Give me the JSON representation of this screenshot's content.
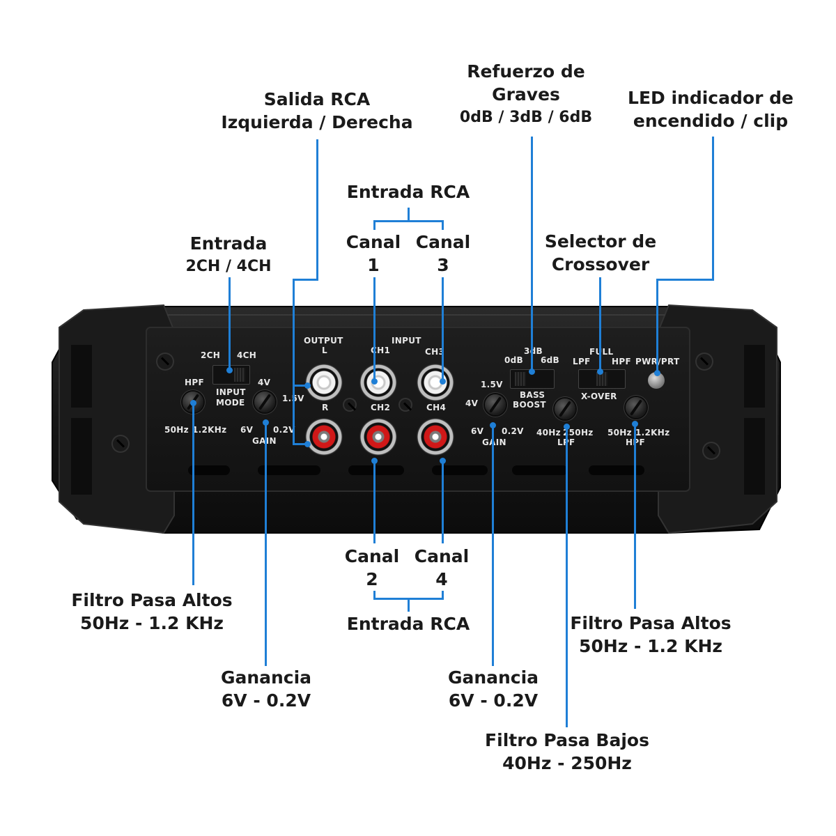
{
  "labels": {
    "salida_rca": {
      "line1": "Salida RCA",
      "line2": "Izquierda / Derecha"
    },
    "refuerzo": {
      "line1": "Refuerzo de",
      "line2": "Graves",
      "line3": "0dB / 3dB / 6dB"
    },
    "led": {
      "line1": "LED indicador de",
      "line2": "encendido / clip"
    },
    "entrada_rca_top": "Entrada RCA",
    "canal1": {
      "line1": "Canal",
      "line2": "1"
    },
    "canal3": {
      "line1": "Canal",
      "line2": "3"
    },
    "entrada_mode": {
      "line1": "Entrada",
      "line2": "2CH / 4CH"
    },
    "selector": {
      "line1": "Selector de",
      "line2": "Crossover"
    },
    "canal2": {
      "line1": "Canal",
      "line2": "2"
    },
    "canal4": {
      "line1": "Canal",
      "line2": "4"
    },
    "entrada_rca_bottom": "Entrada RCA",
    "filtro_alto_left": {
      "line1": "Filtro Pasa Altos",
      "line2": "50Hz - 1.2 KHz"
    },
    "ganancia_left": {
      "line1": "Ganancia",
      "line2": "6V - 0.2V"
    },
    "ganancia_right": {
      "line1": "Ganancia",
      "line2": "6V - 0.2V"
    },
    "filtro_alto_right": {
      "line1": "Filtro Pasa Altos",
      "line2": "50Hz - 1.2 KHz"
    },
    "filtro_bajo": {
      "line1": "Filtro Pasa Bajos",
      "line2": "40Hz - 250Hz"
    }
  },
  "panel": {
    "mode_2ch": "2CH",
    "mode_4ch": "4CH",
    "input_mode": "INPUT",
    "input_mode2": "MODE",
    "hpf_left": "HPF",
    "hpf_left_min": "50Hz",
    "hpf_left_max": "1.2KHz",
    "gain_left_4v": "4V",
    "gain_left_15v": "1.5V",
    "gain_left_6v": "6V",
    "gain_left_02v": "0.2V",
    "gain_left": "GAIN",
    "output": "OUTPUT",
    "output_l": "L",
    "output_r": "R",
    "input": "INPUT",
    "ch1": "CH1",
    "ch2": "CH2",
    "ch3": "CH3",
    "ch4": "CH4",
    "gain_right_15v": "1.5V",
    "gain_right_4v": "4V",
    "gain_right_6v": "6V",
    "gain_right_02v": "0.2V",
    "gain_right": "GAIN",
    "bass_3db": "3dB",
    "bass_0db": "0dB",
    "bass_6db": "6dB",
    "bass_boost1": "BASS",
    "bass_boost2": "BOOST",
    "full": "FULL",
    "lpf_sw": "LPF",
    "hpf_sw": "HPF",
    "xover": "X-OVER",
    "lpf_min": "40Hz",
    "lpf_max": "250Hz",
    "lpf": "LPF",
    "hpf_right_min": "50Hz",
    "hpf_right_max": "1.2KHz",
    "hpf_right": "HPF",
    "pwr": "PWR/PRT"
  },
  "colors": {
    "callout": "#1f7fd6",
    "chassis": "#141414",
    "rca_red": "#d01818"
  }
}
